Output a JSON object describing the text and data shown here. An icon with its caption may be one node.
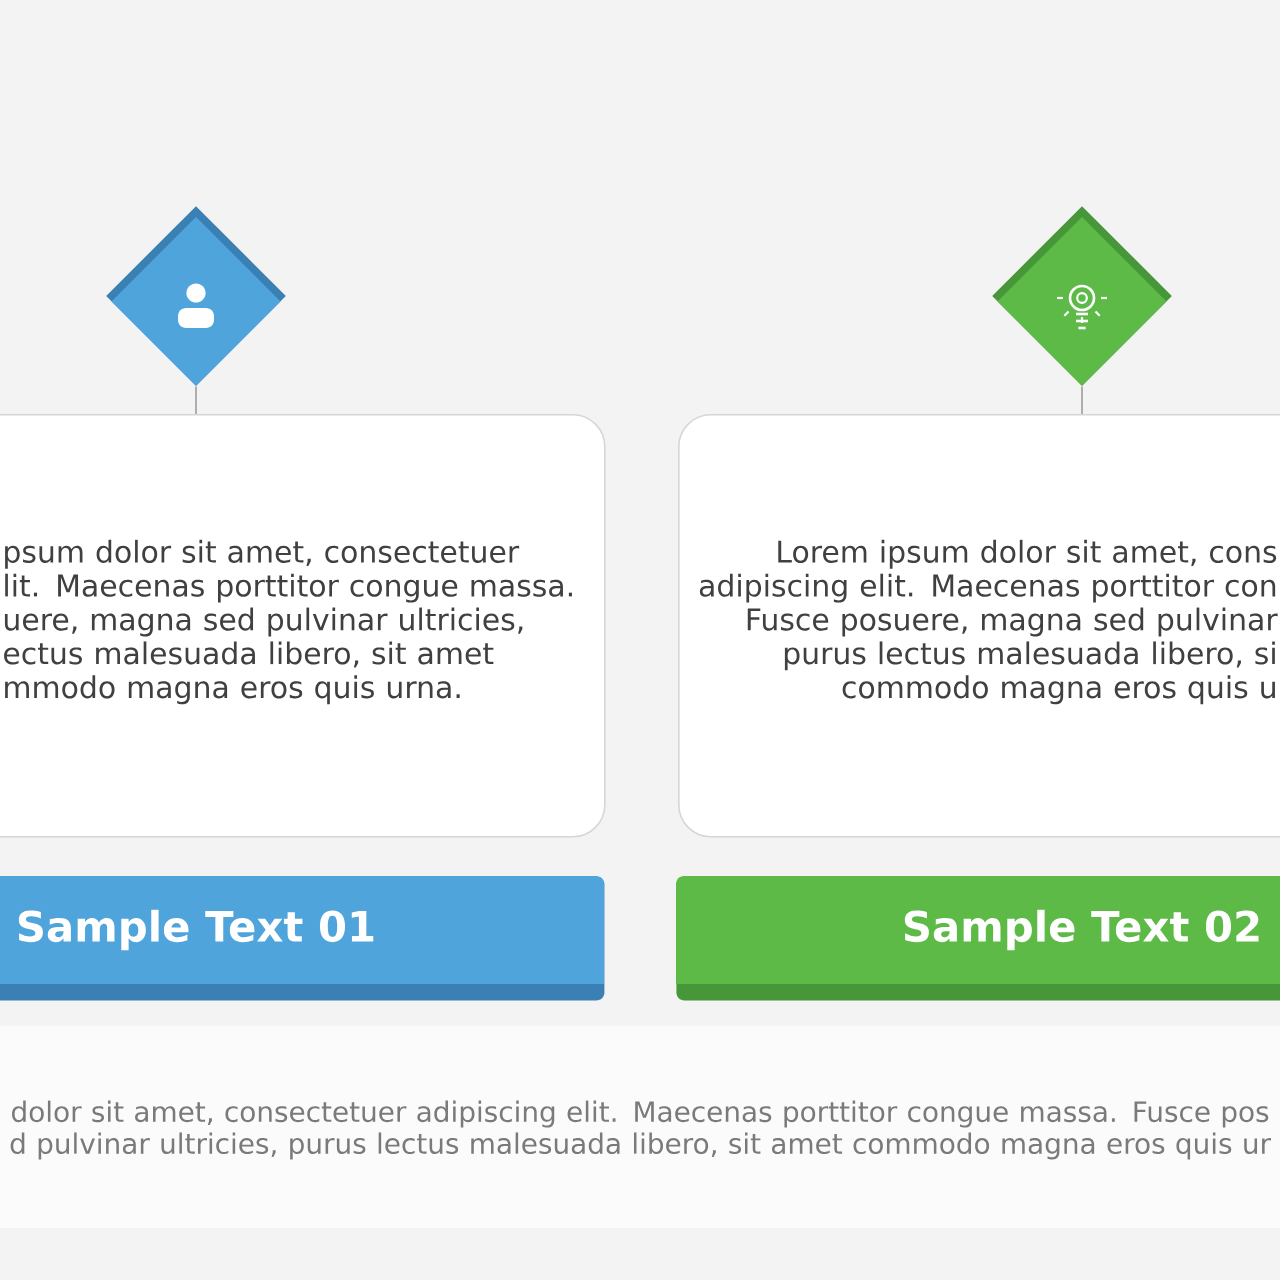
{
  "diagram": {
    "nodes": [
      {
        "text": [],
        "shape": "diamond"
      },
      {
        "text": [],
        "shape": "diamond"
      },
      {
        "text": [
          "psum dolor sit amet, consectetuer lit. Maecenas porttitor congue massa. uere, magna sed pulvinar ultricies, ectus malesuada libero, sit amet mmodo magna eros quis urna."
        ]
      },
      {
        "text": [
          "Lorem ipsum dolor sit amet, cons adipiscing elit. Maecenas porttitor con Fusce posuere, magna sed pulvinar purus lectus malesuada libero, si commodo magna eros quis u"
        ]
      },
      {
        "text": [
          "Sample Text 01"
        ]
      },
      {
        "text": [
          "Sample Text 02"
        ]
      }
    ],
    "edges": [
      {
        "from": 0,
        "to": 2,
        "arrow": "none"
      },
      {
        "from": 1,
        "to": 3,
        "arrow": "none"
      }
    ],
    "labels": [
      "dolor sit amet, consectetuer adipiscing elit. Maecenas porttitor congue massa. Fusce pos d pulvinar ultricies, purus lectus malesuada libero, sit amet commodo magna eros quis ur"
    ]
  }
}
